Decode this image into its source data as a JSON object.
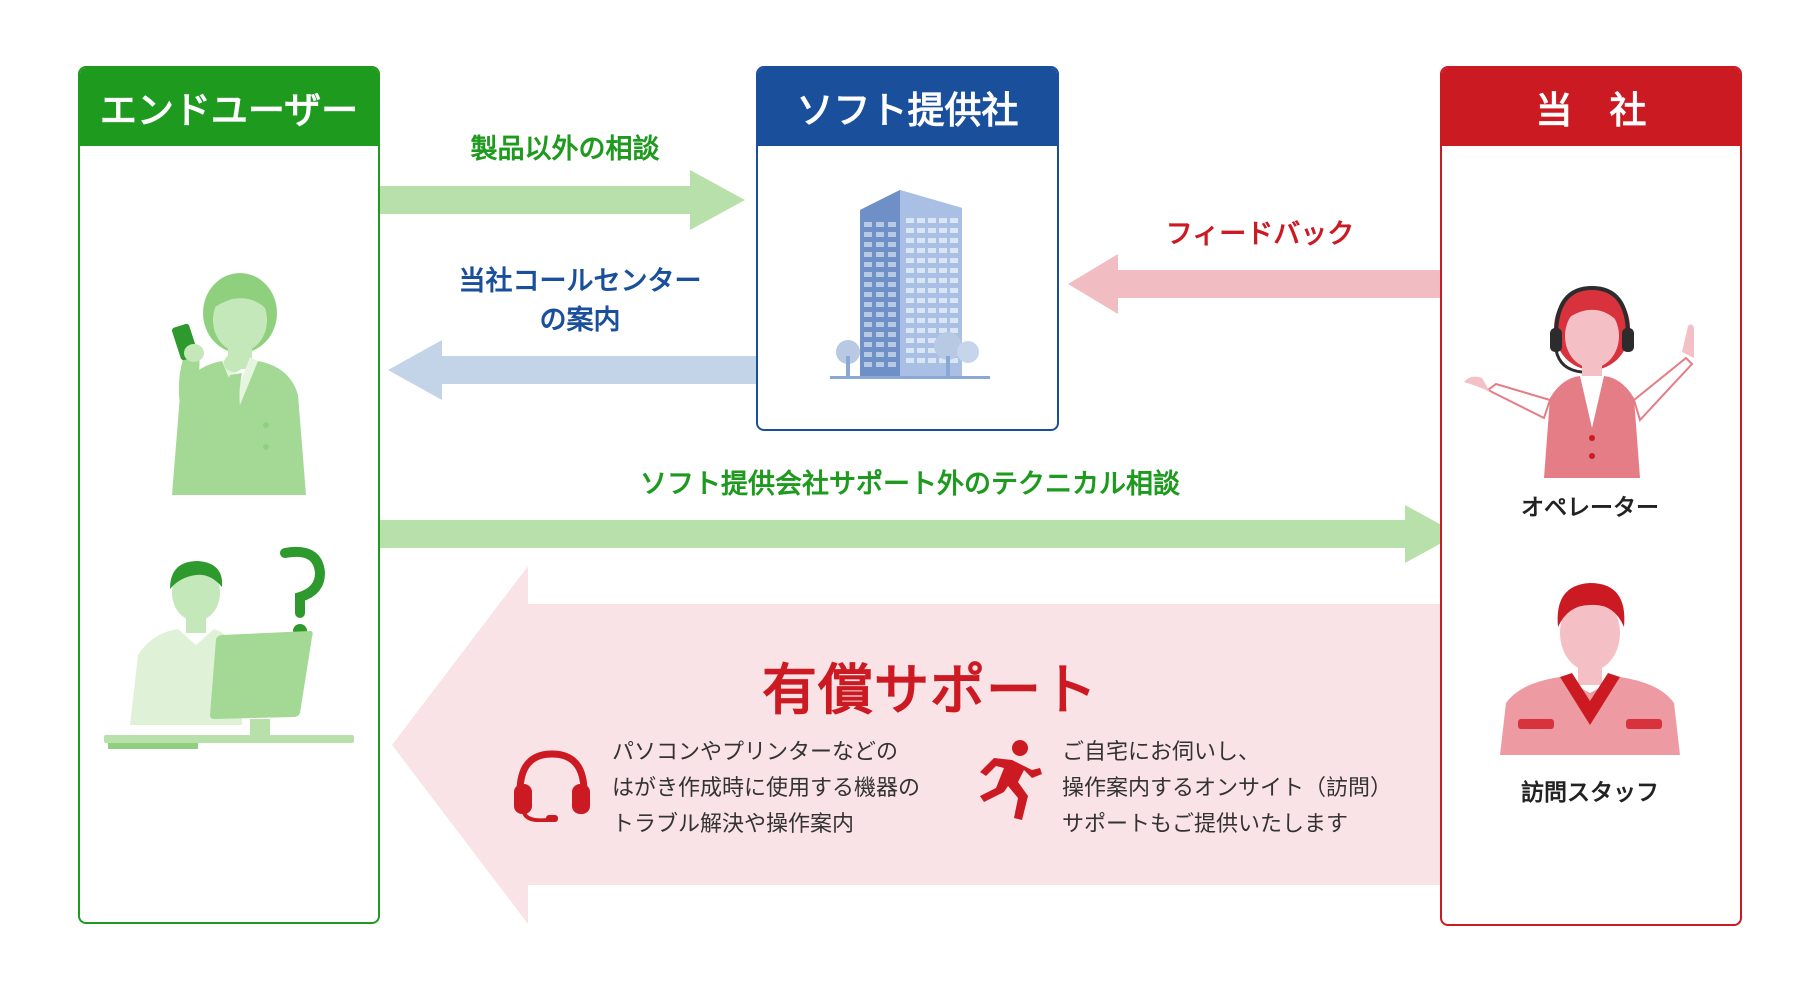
{
  "colors": {
    "green": "#1e9a1e",
    "green_light": "#b7e0aa",
    "blue": "#1a4f9c",
    "blue_light": "#c3d3e8",
    "red": "#cc1a22",
    "red_light": "#f2bcc3",
    "paid_bg": "#fae3e6"
  },
  "panels": {
    "end_user": {
      "title": "エンドユーザー"
    },
    "soft_vendor": {
      "title": "ソフト提供社"
    },
    "our_company": {
      "title": "当　社"
    }
  },
  "arrows": {
    "non_product_consult": {
      "label": "製品以外の相談"
    },
    "callcenter_guide": {
      "label_line1": "当社コールセンター",
      "label_line2": "の案内"
    },
    "feedback": {
      "label": "フィードバック"
    },
    "technical_consult": {
      "label": "ソフト提供会社サポート外のテクニカル相談"
    }
  },
  "staff": {
    "operator": {
      "label": "オペレーター"
    },
    "visit_staff": {
      "label": "訪問スタッフ"
    }
  },
  "paid_support": {
    "title": "有償サポート",
    "phone_support": {
      "icon": "headset-icon",
      "lines": [
        "パソコンやプリンターなどの",
        "はがき作成時に使用する機器の",
        "トラブル解決や操作案内"
      ]
    },
    "onsite_support": {
      "icon": "running-person-icon",
      "lines": [
        "ご自宅にお伺いし、",
        "操作案内するオンサイト（訪問）",
        "サポートもご提供いたします"
      ]
    }
  }
}
